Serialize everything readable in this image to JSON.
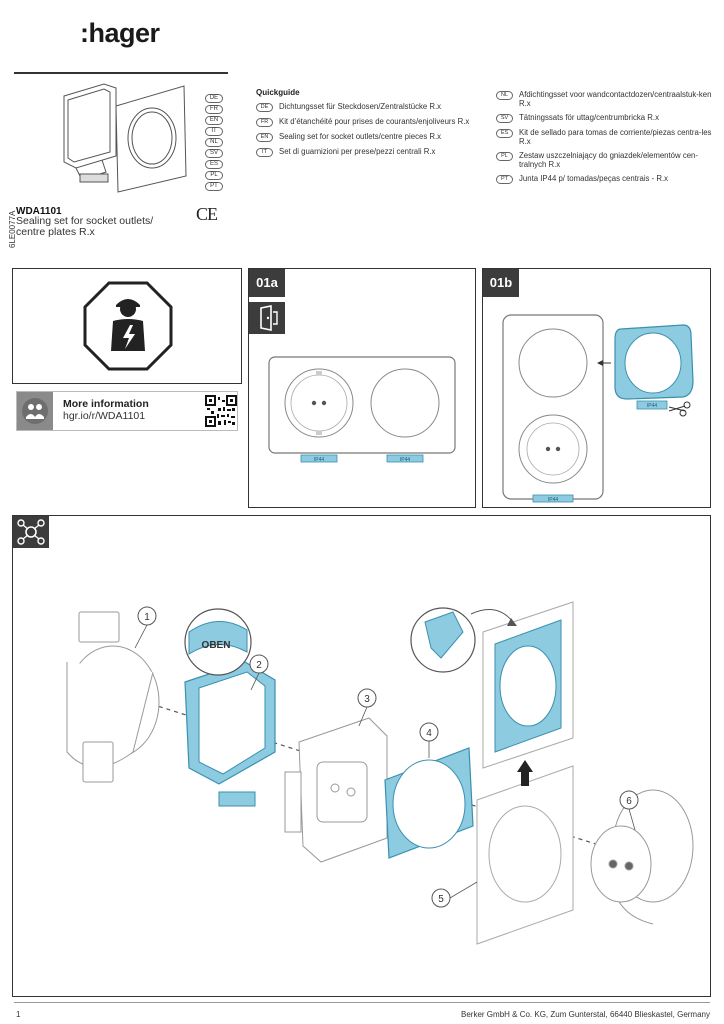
{
  "brand": {
    "logo_text": ":hager"
  },
  "doc_code": "6LE0077A",
  "product": {
    "model": "WDA1101",
    "description_line1": "Sealing set for socket outlets/",
    "description_line2": "centre plates R.x",
    "languages": [
      "DE",
      "FR",
      "EN",
      "IT",
      "NL",
      "SV",
      "ES",
      "PL",
      "PT"
    ],
    "ce_mark": "CE"
  },
  "quickguide": {
    "title": "Quickguide",
    "left": [
      {
        "code": "DE",
        "text": "Dichtungsset für Steckdosen/Zentralstücke R.x"
      },
      {
        "code": "FR",
        "text": "Kit d’étanchéité pour prises de courants/enjoliveurs R.x"
      },
      {
        "code": "EN",
        "text": "Sealing set for socket outlets/centre pieces R.x"
      },
      {
        "code": "IT",
        "text": "Set di guarnizioni per prese/pezzi centrali R.x"
      }
    ],
    "right": [
      {
        "code": "NL",
        "text": "Afdichtingsset voor wandcontactdozen/centraalstuk-ken R.x"
      },
      {
        "code": "SV",
        "text": "Tätningssats för uttag/centrumbricka R.x"
      },
      {
        "code": "ES",
        "text": "Kit de sellado para tomas de corriente/piezas centra-les R.x"
      },
      {
        "code": "PL",
        "text": "Zestaw uszczelniający do gniazdek/elementów cen-tralnych R.x"
      },
      {
        "code": "PT",
        "text": "Junta IP44 p/ tomadas/peças centrais - R.x"
      }
    ]
  },
  "info": {
    "title": "More information",
    "link": "hgr.io/r/WDA1101"
  },
  "steps": {
    "step_a": "01a",
    "step_b": "01b",
    "ip_label": "IP44"
  },
  "callouts": {
    "oben_label": "OBEN",
    "numbers": [
      "1",
      "2",
      "3",
      "4",
      "5",
      "6"
    ]
  },
  "icons": {
    "warning": "electrician-warning-icon",
    "door": "door-exit-icon",
    "network": "network-nodes-icon",
    "info": "info-people-icon",
    "qr": "qr-code-icon",
    "arrow": "arrow-up-icon",
    "scissors": "scissors-icon"
  },
  "colors": {
    "seal_blue": "#8ccbe0",
    "seal_stroke": "#3b8fb0",
    "dark": "#3c3c3c"
  },
  "footer": {
    "page": "1",
    "company": "Berker GmbH & Co. KG, Zum Gunterstal, 66440 Blieskastel, Germany"
  }
}
